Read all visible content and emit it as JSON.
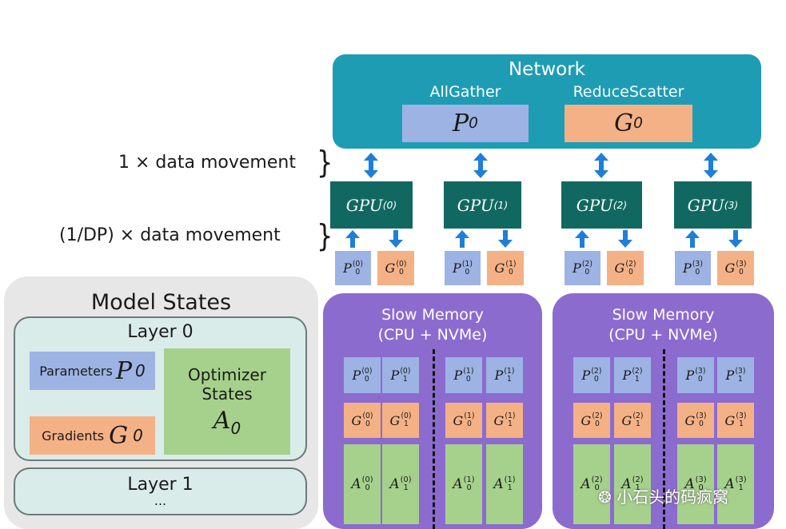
{
  "network": {
    "title": "Network",
    "allgather_label": "AllGather",
    "reducescatter_label": "ReduceScatter",
    "param_symbol": "P",
    "grad_symbol": "G",
    "index": "0"
  },
  "movement": {
    "full": "1 × data movement",
    "partial": "(1/DP) × data movement"
  },
  "gpus": [
    {
      "label": "GPU",
      "rank": "(0)",
      "p_sup": "(0)",
      "g_sup": "(0)"
    },
    {
      "label": "GPU",
      "rank": "(1)",
      "p_sup": "(1)",
      "g_sup": "(1)"
    },
    {
      "label": "GPU",
      "rank": "(2)",
      "p_sup": "(2)",
      "g_sup": "(2)"
    },
    {
      "label": "GPU",
      "rank": "(3)",
      "p_sup": "(3)",
      "g_sup": "(3)"
    }
  ],
  "slow_memory": {
    "title_line1": "Slow Memory",
    "title_line2": "(CPU + NVMe)"
  },
  "model_states": {
    "title": "Model States",
    "layer0": "Layer 0",
    "parameters": "Parameters",
    "gradients": "Gradients",
    "optimizer_line1": "Optimizer",
    "optimizer_line2": "States",
    "opt_symbol": "A",
    "layer1": "Layer 1",
    "ellipsis": "..."
  },
  "watermark": "小石头的码疯窝",
  "colors": {
    "network": "#1e9cb4",
    "gpu": "#116861",
    "param": "#9db3e3",
    "grad": "#f4b185",
    "optimizer": "#a6d18c",
    "slow_memory": "#8c6bcf",
    "arrow": "#1f7fd6"
  }
}
